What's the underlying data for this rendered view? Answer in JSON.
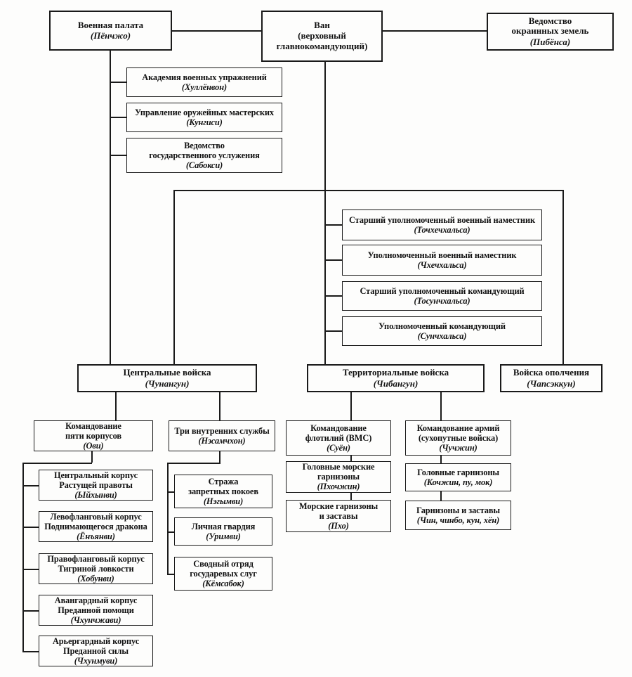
{
  "nodes": {
    "military_chamber": {
      "title": "Военная палата",
      "name": "(Пёнчжо)"
    },
    "van": {
      "title": "Ван\n(верховный\nглавнокомандующий)",
      "name": ""
    },
    "border_defense": {
      "title": "Ведомство\nокраинных земель",
      "name": "(Пибёнса)"
    },
    "academy": {
      "title": "Академия военных упражнений",
      "name": "(Хуллёнвон)"
    },
    "armory": {
      "title": "Управление оружейных мастерских",
      "name": "(Кунгиси)"
    },
    "state_service": {
      "title": "Ведомство\nгосударственного услужения",
      "name": "(Сабокси)"
    },
    "senior_commissioner_governor": {
      "title": "Старший уполномоченный военный наместник",
      "name": "(Точхечхальса)"
    },
    "commissioner_governor": {
      "title": "Уполномоченный военный наместник",
      "name": "(Чхечхальса)"
    },
    "senior_commissioner_commander": {
      "title": "Старший уполномоченный командующий",
      "name": "(Тосунчхальса)"
    },
    "commissioner_commander": {
      "title": "Уполномоченный командующий",
      "name": "(Сунчхальса)"
    },
    "central_troops": {
      "title": "Центральные войска",
      "name": "(Чунангун)"
    },
    "territorial_troops": {
      "title": "Территориальные войска",
      "name": "(Чибангун)"
    },
    "militia": {
      "title": "Войска ополчения",
      "name": "(Чапсэккун)"
    },
    "five_corps_command": {
      "title": "Командование\nпяти корпусов",
      "name": "(Ови)"
    },
    "three_inner_services": {
      "title": "Три внутренних службы",
      "name": "(Нэсамчхон)"
    },
    "fleet_command": {
      "title": "Командование\nфлотилий (ВМС)",
      "name": "(Суён)"
    },
    "army_command": {
      "title": "Командование армий\n(сухопутные войска)",
      "name": "(Чучжин)"
    },
    "head_naval_garrisons": {
      "title": "Головные морские\nгарнизоны",
      "name": "(Пхочжин)"
    },
    "naval_garrisons_outposts": {
      "title": "Морские гарнизоны\nи заставы",
      "name": "(Пхо)"
    },
    "head_garrisons": {
      "title": "Головные гарнизоны",
      "name": "(Кочжин, пу, мок)"
    },
    "garrisons_outposts": {
      "title": "Гарнизоны и заставы",
      "name": "(Чин, чинбо, кун, хён)"
    },
    "corps_central": {
      "title": "Центральный корпус\nРастущей правоты",
      "name": "(Ыйхынви)"
    },
    "corps_left": {
      "title": "Левофланговый корпус\nПоднимающегося дракона",
      "name": "(Ёнъянви)"
    },
    "corps_right": {
      "title": "Правофланговый корпус\nТигриной ловкости",
      "name": "(Хобунви)"
    },
    "corps_vanguard": {
      "title": "Авангардный корпус\nПреданной помощи",
      "name": "(Чхунчжави)"
    },
    "corps_rearguard": {
      "title": "Арьергардный корпус\nПреданной силы",
      "name": "(Чхунмуви)"
    },
    "forbidden_chambers_guard": {
      "title": "Стража\nзапретных покоев",
      "name": "(Нэгымви)"
    },
    "personal_guard": {
      "title": "Личная гвардия",
      "name": "(Уримви)"
    },
    "consolidated_detachment": {
      "title": "Сводный отряд\nгосударевых слуг",
      "name": "(Кёмсабок)"
    }
  },
  "colors": {
    "line": "#1a1a1a",
    "background": "#fdfdfc",
    "text": "#111111"
  }
}
